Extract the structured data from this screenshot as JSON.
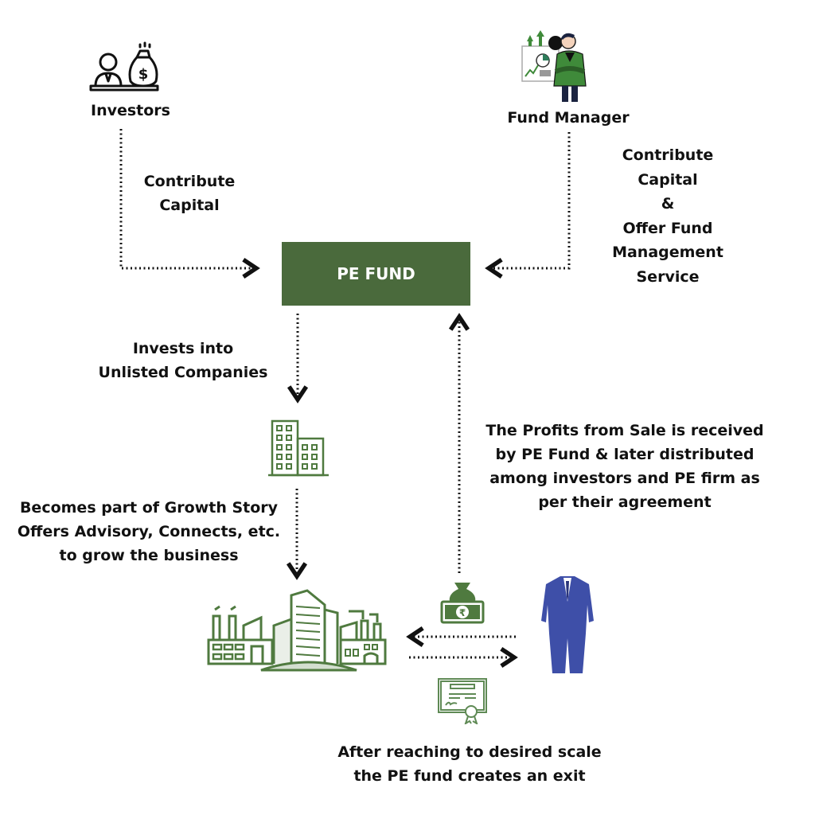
{
  "colors": {
    "fund_green": "#4a6a3c",
    "icon_green": "#4f7a3f",
    "buyer_blue": "#3e4fa8",
    "text": "#111111",
    "arrow": "#111111"
  },
  "nodes": {
    "investors": {
      "label": "Investors",
      "icon": "investor-money-bag-icon"
    },
    "fund_manager": {
      "label": "Fund Manager",
      "icon": "fund-manager-analytics-icon"
    },
    "pe_fund": {
      "label": "PE FUND"
    },
    "unlisted_company": {
      "icon": "office-building-icon"
    },
    "grown_business": {
      "icon": "industrial-city-icon"
    },
    "buyer": {
      "icon": "suit-buyer-icon"
    },
    "sale_money": {
      "icon": "rupee-money-bag-icon"
    },
    "share_certificate": {
      "icon": "certificate-icon"
    }
  },
  "edges": {
    "investors_to_fund": {
      "lines": [
        "Contribute",
        "Capital"
      ]
    },
    "manager_to_fund": {
      "lines": [
        "Contribute",
        "Capital",
        "&",
        "Offer Fund",
        "Management",
        "Service"
      ]
    },
    "fund_to_company": {
      "lines": [
        "Invests into",
        "Unlisted Companies"
      ]
    },
    "company_growth": {
      "lines": [
        "Becomes part of Growth Story",
        "Offers Advisory, Connects, etc.",
        "to grow the business"
      ]
    },
    "profits_to_fund": {
      "lines": [
        "The Profits from Sale is received",
        "by PE Fund & later distributed",
        "among investors and PE firm as",
        "per their agreement"
      ]
    },
    "exit": {
      "lines": [
        "After reaching to desired scale",
        "the PE fund creates an exit"
      ]
    }
  }
}
